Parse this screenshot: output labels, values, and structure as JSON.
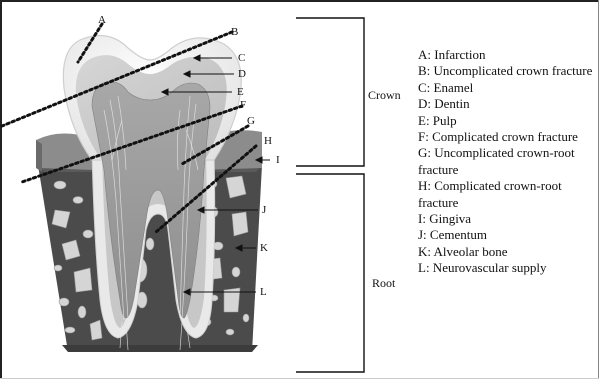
{
  "markers": {
    "a": "A",
    "b": "B",
    "c": "C",
    "d": "D",
    "e": "E",
    "f": "F",
    "g": "G",
    "h": "H",
    "i": "I",
    "j": "J",
    "k": "K",
    "l": "L"
  },
  "regions": {
    "crown": "Crown",
    "root": "Root"
  },
  "legend": {
    "items": [
      "A: Infarction",
      "B: Uncomplicated crown fracture",
      "C: Enamel",
      "D: Dentin",
      "E: Pulp",
      "F: Complicated crown fracture",
      "G: Uncomplicated crown-root fracture",
      "H: Complicated crown-root fracture",
      "I: Gingiva",
      "J: Cementum",
      "K: Alveolar bone",
      "L: Neurovascular supply"
    ]
  },
  "colors": {
    "bone_dark": "#4a4a4a",
    "bone_spots": "#d8d8d8",
    "gingiva": "#8a8a8a",
    "enamel": "#f2f2f2",
    "dentin": "#c9c9c9",
    "pulp": "#9a9a9a",
    "root_highlight": "#ffffff"
  }
}
